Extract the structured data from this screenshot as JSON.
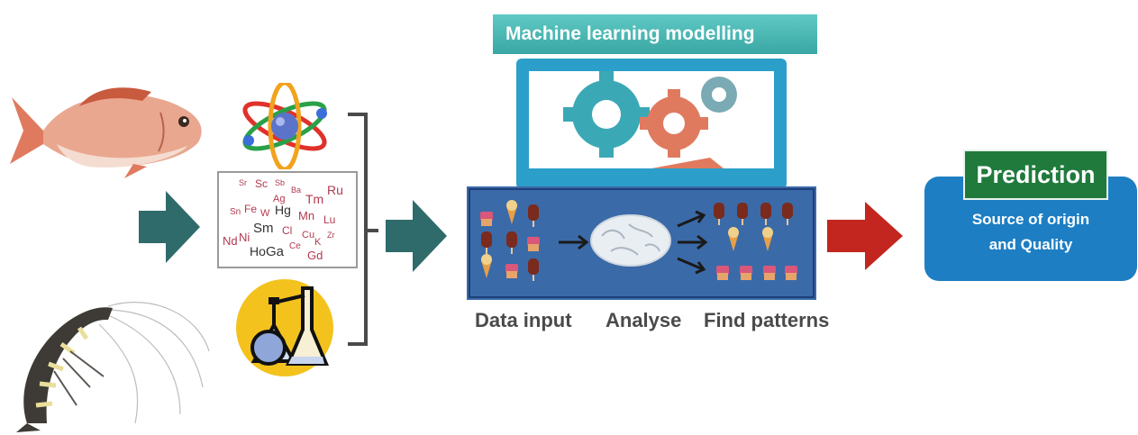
{
  "banner": {
    "title": "Machine learning modelling"
  },
  "workflow": {
    "steps": [
      "Data input",
      "Analyse",
      "Find patterns"
    ]
  },
  "prediction": {
    "title": "Prediction",
    "lines": [
      "Source of origin",
      "and Quality"
    ]
  },
  "elements_cloud": {
    "symbols": [
      "Sr",
      "Sc",
      "Sb",
      "Tm",
      "Ru",
      "Fe",
      "Sn",
      "W",
      "Hg",
      "Mn",
      "Lu",
      "Nd",
      "Ni",
      "Sm",
      "Cl",
      "Cu",
      "K",
      "Ho",
      "Ga",
      "Gd",
      "Zr",
      "Ce",
      "Ag",
      "Ba"
    ]
  },
  "colors": {
    "teal_arrow": "#2f6b6b",
    "red_arrow": "#c2261e",
    "banner": "#48b8b4",
    "prediction_box": "#1d7ec3",
    "prediction_tag": "#1f7a3c"
  }
}
